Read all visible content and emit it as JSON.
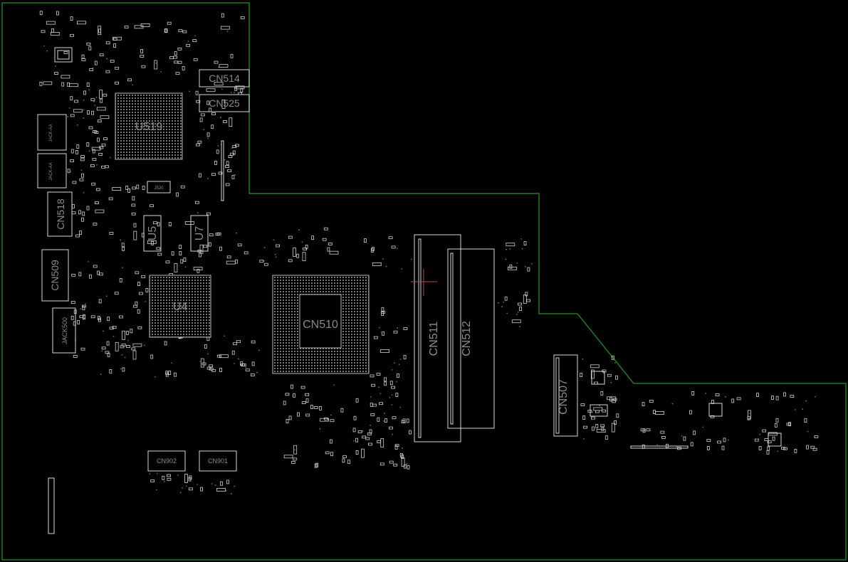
{
  "viewer": {
    "background": "#000000",
    "outline_color": "#1f7a1f",
    "pad_color": "#d8d8d8",
    "label_color": "#8a8a8a",
    "cursor_color": "#b05050"
  },
  "components": {
    "u519": "U519",
    "u4": "U4",
    "u5": "U5",
    "u7": "U7",
    "j520": "J520",
    "cn514": "CN514",
    "cn525": "CN525",
    "cn518": "CN518",
    "cn509": "CN509",
    "jack500": "JACK500",
    "jack_a": "JACK-AA",
    "jack_b": "JACK-AA",
    "cn510": "CN510",
    "cn511": "CN511",
    "cn512": "CN512",
    "cn507": "CN507",
    "cn902": "CN902",
    "cn901": "CN901"
  }
}
